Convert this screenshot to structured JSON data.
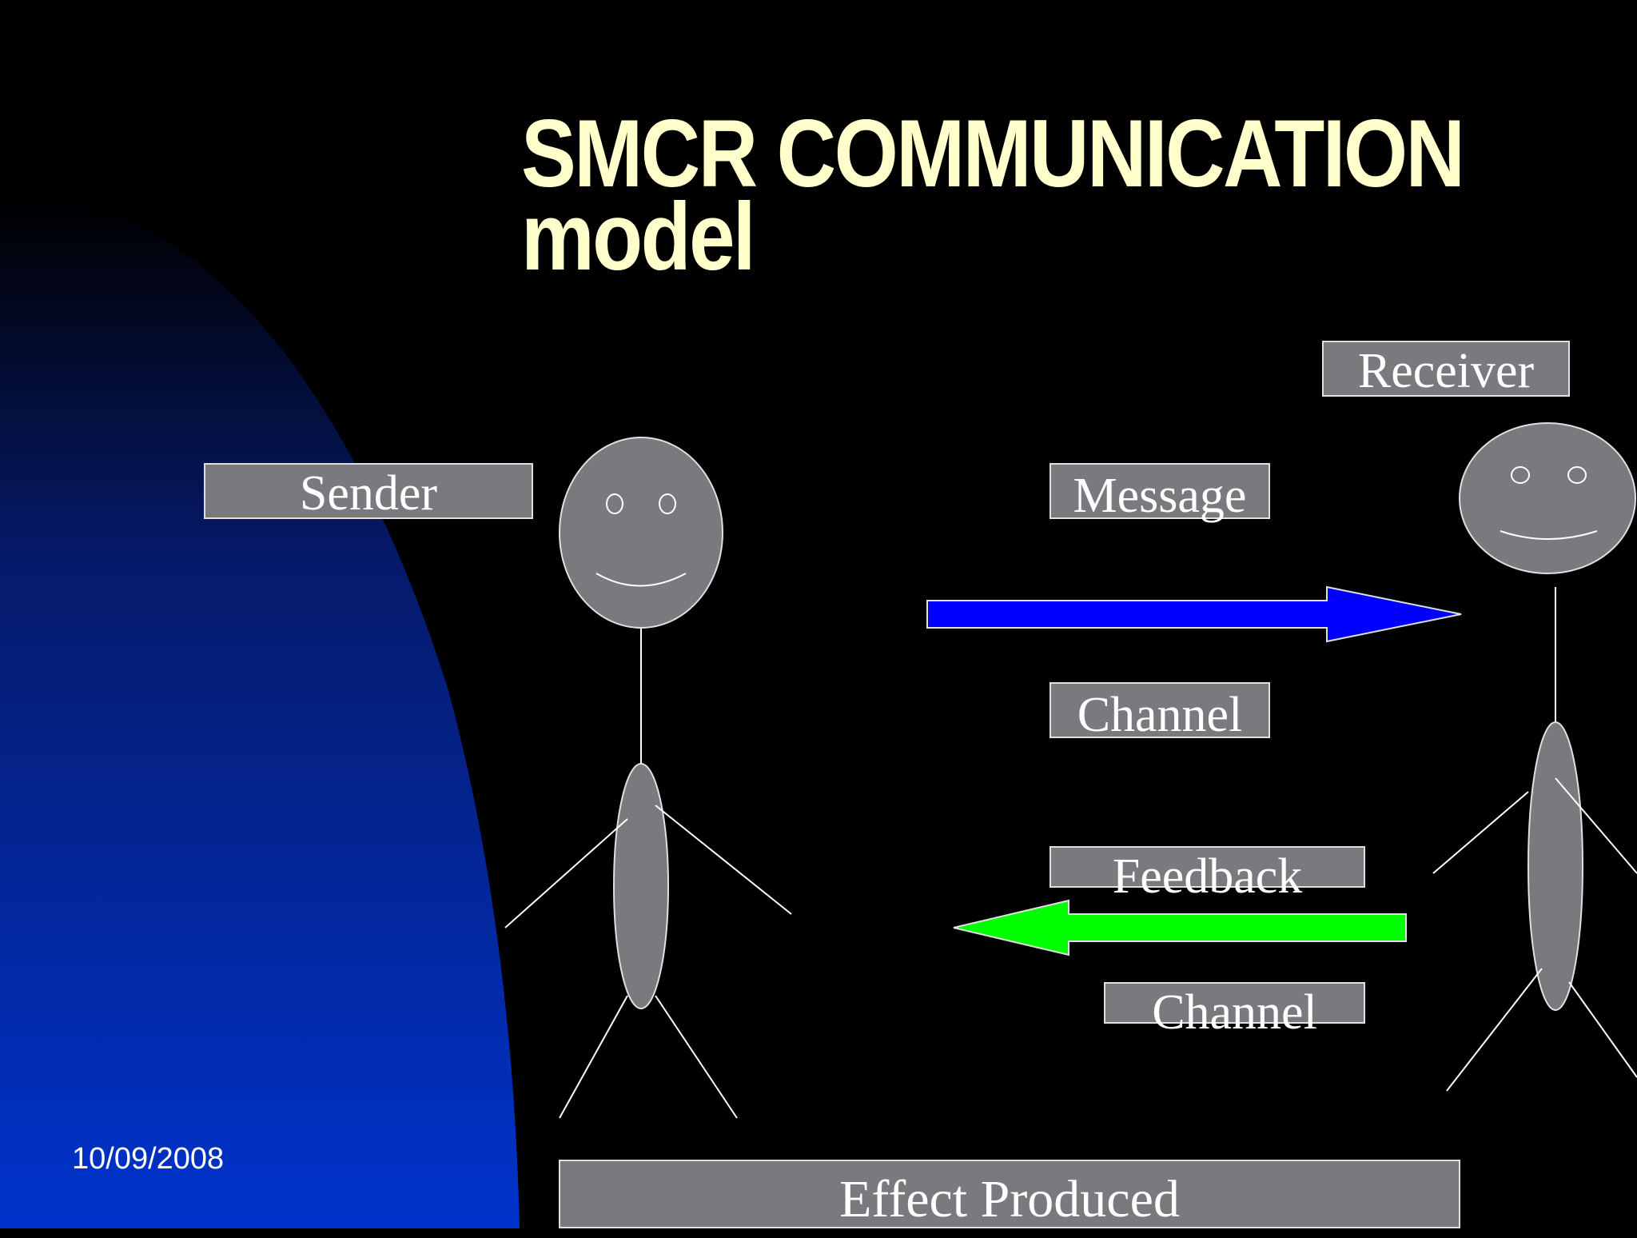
{
  "title": {
    "line1": "SMCR COMMUNICATION",
    "line2": "model"
  },
  "footer": {
    "date": "10/09/2008"
  },
  "labels": {
    "sender": "Sender",
    "receiver": "Receiver",
    "message": "Message",
    "channel_top": "Channel",
    "feedback": "Feedback",
    "channel_bottom": "Channel",
    "effect": "Effect Produced"
  },
  "colors": {
    "background": "#000000",
    "gradient_blue": "#0033CC",
    "title": "#FFFFCC",
    "label_fill": "#7A797D",
    "message_arrow": "#0000FF",
    "feedback_arrow": "#00FF00"
  }
}
